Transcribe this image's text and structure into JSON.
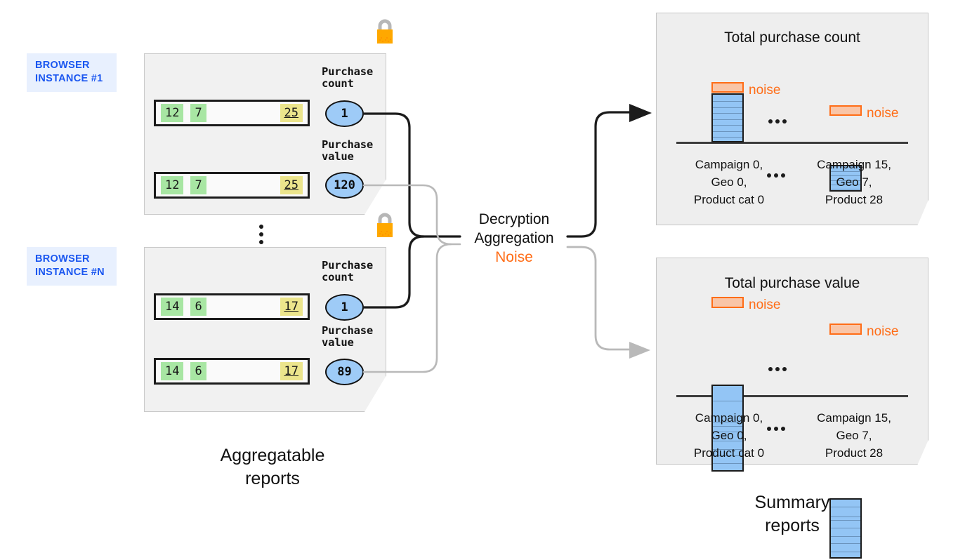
{
  "left": {
    "caption": "Aggregatable\nreports",
    "caption_line1": "Aggregatable",
    "caption_line2": "reports",
    "instances": [
      {
        "badge_line1": "BROWSER",
        "badge_line2": "INSTANCE #1",
        "lock_icon": "lock-icon",
        "rows": [
          {
            "metric_label_line1": "Purchase",
            "metric_label_line2": "count",
            "cells": [
              "12",
              "7",
              "25"
            ],
            "value": "1"
          },
          {
            "metric_label_line1": "Purchase",
            "metric_label_line2": "value",
            "cells": [
              "12",
              "7",
              "25"
            ],
            "value": "120"
          }
        ]
      },
      {
        "badge_line1": "BROWSER",
        "badge_line2": "INSTANCE #N",
        "lock_icon": "lock-icon",
        "rows": [
          {
            "metric_label_line1": "Purchase",
            "metric_label_line2": "count",
            "cells": [
              "14",
              "6",
              "17"
            ],
            "value": "1"
          },
          {
            "metric_label_line1": "Purchase",
            "metric_label_line2": "value",
            "cells": [
              "14",
              "6",
              "17"
            ],
            "value": "89"
          }
        ]
      }
    ]
  },
  "center": {
    "line1": "Decryption",
    "line2": "Aggregation",
    "line3": "Noise",
    "noise_color": "#ff6d17"
  },
  "right": {
    "caption_line1": "Summary",
    "caption_line2": "reports",
    "ellipsis": "…"
  },
  "chart_data": [
    {
      "type": "bar",
      "title": "Total purchase count",
      "categories": [
        "Campaign 0,\nGeo 0,\nProduct cat 0",
        "Campaign 15,\nGeo 7,\nProduct 28"
      ],
      "category_lines": [
        [
          "Campaign 0,",
          "Geo 0,",
          "Product cat 0"
        ],
        [
          "Campaign 15,",
          "Geo 7,",
          "Product 28"
        ]
      ],
      "values": [
        100,
        60
      ],
      "noise": [
        9,
        9
      ],
      "noise_label": "noise",
      "segments": [
        [
          13,
          25,
          37,
          49,
          61,
          73,
          86
        ],
        [
          17,
          34,
          50,
          67,
          84
        ]
      ],
      "xlabel": "",
      "ylabel": "",
      "ylim": [
        0,
        120
      ],
      "grid": false,
      "legend": "none",
      "bar_color": "#93c5f5",
      "noise_color": "#f9c5a7",
      "ellipsis": "…"
    },
    {
      "type": "bar",
      "title": "Total purchase value",
      "categories": [
        "Campaign 0,\nGeo 0,\nProduct cat 0",
        "Campaign 15,\nGeo 7,\nProduct 28"
      ],
      "category_lines": [
        [
          "Campaign 0,",
          "Geo 0,",
          "Product cat 0"
        ],
        [
          "Campaign 15,",
          "Geo 7,",
          "Product 28"
        ]
      ],
      "values": [
        118,
        85
      ],
      "noise": [
        10,
        10
      ],
      "noise_label": "noise",
      "segments": [
        [
          17,
          41,
          46,
          52,
          63,
          72,
          80,
          89
        ],
        [
          12,
          28,
          34,
          47,
          60,
          72,
          86
        ]
      ],
      "xlabel": "",
      "ylabel": "",
      "ylim": [
        0,
        140
      ],
      "grid": false,
      "legend": "none",
      "bar_color": "#93c5f5",
      "noise_color": "#f9c5a7",
      "ellipsis": "…"
    }
  ]
}
